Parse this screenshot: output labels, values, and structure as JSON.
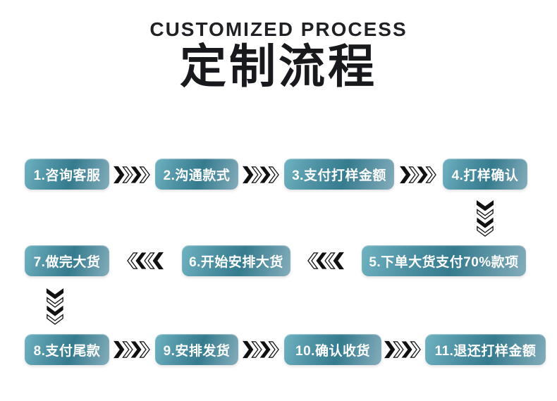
{
  "title": {
    "en": "CUSTOMIZED PROCESS",
    "zh": "定制流程"
  },
  "steps": {
    "step1": "1.咨询客服",
    "step2": "2.沟通款式",
    "step3": "3.支付打样金额",
    "step4": "4.打样确认",
    "step5": "5.下单大货支付70%款项",
    "step6": "6.开始安排大货",
    "step7": "7.做完大货",
    "step8": "8.支付尾款",
    "step9": "9.安排发货",
    "step10": "10.确认收货",
    "step11": "11.退还打样金额"
  },
  "colors": {
    "box_gradient_light": "#6fb2c1",
    "box_gradient_dark": "#357b8e",
    "box_gradient_end": "#84adbb",
    "box_text": "#ffffff",
    "arrow": "#111111",
    "title_text": "#17191c",
    "background": "#ffffff"
  }
}
